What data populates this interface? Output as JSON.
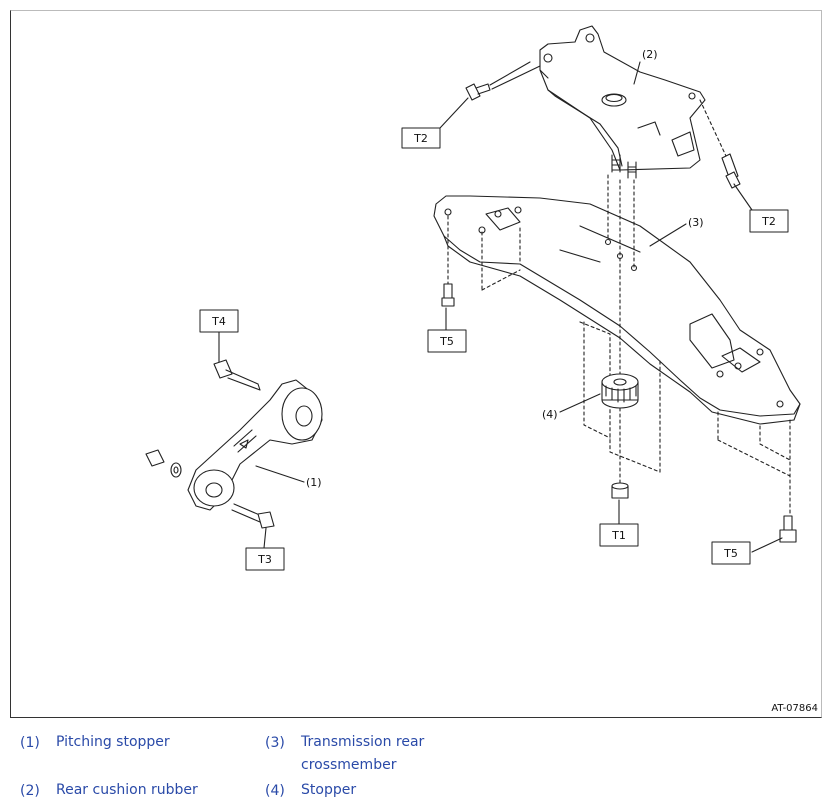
{
  "figure": {
    "id_label": "AT-07864",
    "torque_labels": {
      "t2_upper_left": "T2",
      "t2_right": "T2",
      "t4": "T4",
      "t5_left": "T5",
      "t3": "T3",
      "t1": "T1",
      "t5_right": "T5"
    },
    "callouts": {
      "c1": "(1)",
      "c2": "(2)",
      "c3": "(3)",
      "c4": "(4)"
    }
  },
  "legend": [
    {
      "num": "(1)",
      "text": "Pitching stopper"
    },
    {
      "num": "(2)",
      "text": "Rear cushion rubber"
    },
    {
      "num": "(3)",
      "text": "Transmission rear crossmember"
    },
    {
      "num": "(4)",
      "text": "Stopper"
    }
  ],
  "colors": {
    "legend_text": "#2a4aa8",
    "line": "#222222"
  }
}
